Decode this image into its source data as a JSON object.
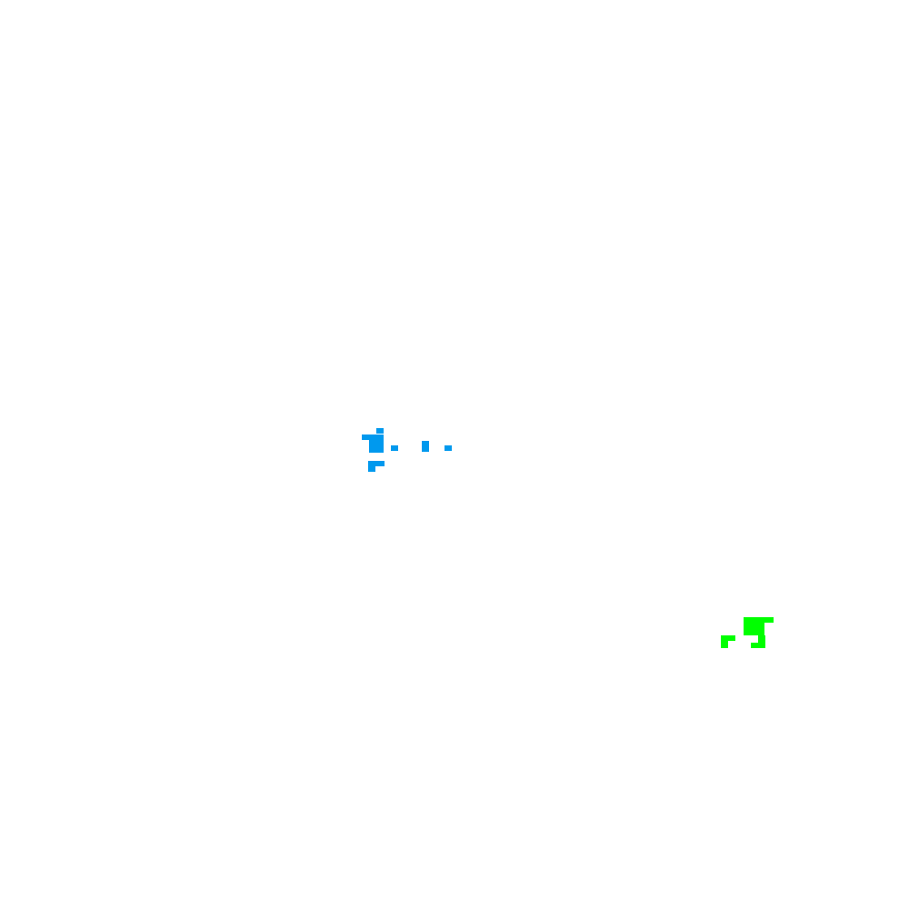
{
  "board": {
    "background_color": "#ffffff",
    "cell_colors": {
      "blue": "#0099ee",
      "green": "#00ff00"
    }
  },
  "clusters": [
    {
      "id": "blue-cluster",
      "color_key": "blue"
    },
    {
      "id": "green-cluster",
      "color_key": "green"
    }
  ]
}
